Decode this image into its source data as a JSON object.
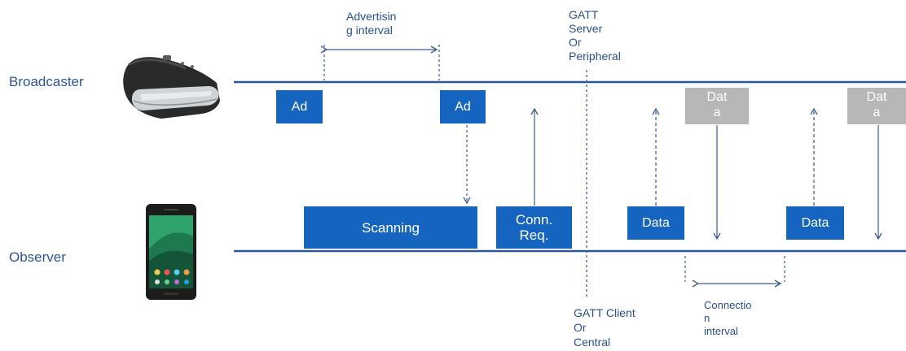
{
  "roles": {
    "broadcaster": "Broadcaster",
    "observer": "Observer"
  },
  "labels": {
    "advertising_interval": "Advertisin\ng interval",
    "gatt_server": "GATT\nServer\nOr\nPeripheral",
    "gatt_client": "GATT Client\nOr\nCentral",
    "connection_interval": "Connectio\nn\ninterval"
  },
  "boxes": {
    "ad1": "Ad",
    "ad2": "Ad",
    "scanning": "Scanning",
    "conn_req": "Conn.\nReq.",
    "data_obs1": "Data",
    "data_obs2": "Data",
    "data_bc1": "Dat\na",
    "data_bc2": "Dat\na"
  },
  "icons": {
    "broadcaster_device": "fitness-band-icon",
    "observer_device": "smartphone-icon"
  },
  "colors": {
    "line": "#2f5597",
    "box": "#1565c0",
    "box_grey": "#b7b7b7",
    "arrow": "#3a5a8c",
    "text": "#2b4f8a"
  }
}
